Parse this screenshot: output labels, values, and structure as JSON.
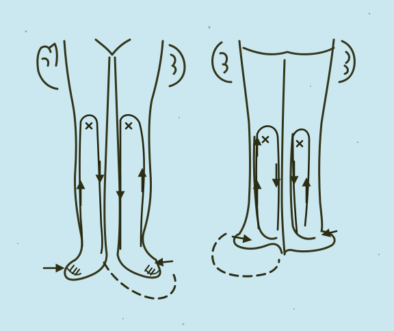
{
  "figure": {
    "description": "",
    "colors": {
      "background": "#cbe8f0",
      "ink": "#33351a",
      "ink_dark": "#24260f"
    },
    "panels": [
      {
        "view": "front",
        "marks": [
          "x",
          "x"
        ],
        "arrow_icons": [
          "arrow-down-icon",
          "arrow-up-icon",
          "arrow-left-icon",
          "arrow-right-icon"
        ]
      },
      {
        "view": "back",
        "marks": [
          "x",
          "x"
        ],
        "arrow_icons": [
          "arrow-down-icon",
          "arrow-up-icon",
          "arrow-left-icon",
          "arrow-right-icon"
        ]
      }
    ]
  }
}
